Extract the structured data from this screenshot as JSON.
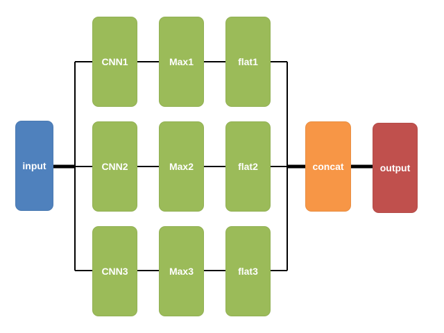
{
  "diagram": {
    "input": {
      "label": "input",
      "color": "#4f81bd"
    },
    "branches": [
      {
        "cnn": "CNN1",
        "max": "Max1",
        "flat": "flat1"
      },
      {
        "cnn": "CNN2",
        "max": "Max2",
        "flat": "flat2"
      },
      {
        "cnn": "CNN3",
        "max": "Max3",
        "flat": "flat3"
      }
    ],
    "branch_color": "#9bbb59",
    "concat": {
      "label": "concat",
      "color": "#f79646"
    },
    "output": {
      "label": "output",
      "color": "#c0504d"
    },
    "edges": [
      [
        "input",
        "CNN1"
      ],
      [
        "input",
        "CNN2"
      ],
      [
        "input",
        "CNN3"
      ],
      [
        "CNN1",
        "Max1"
      ],
      [
        "Max1",
        "flat1"
      ],
      [
        "CNN2",
        "Max2"
      ],
      [
        "Max2",
        "flat2"
      ],
      [
        "CNN3",
        "Max3"
      ],
      [
        "Max3",
        "flat3"
      ],
      [
        "flat1",
        "concat"
      ],
      [
        "flat2",
        "concat"
      ],
      [
        "flat3",
        "concat"
      ],
      [
        "concat",
        "output"
      ]
    ]
  }
}
